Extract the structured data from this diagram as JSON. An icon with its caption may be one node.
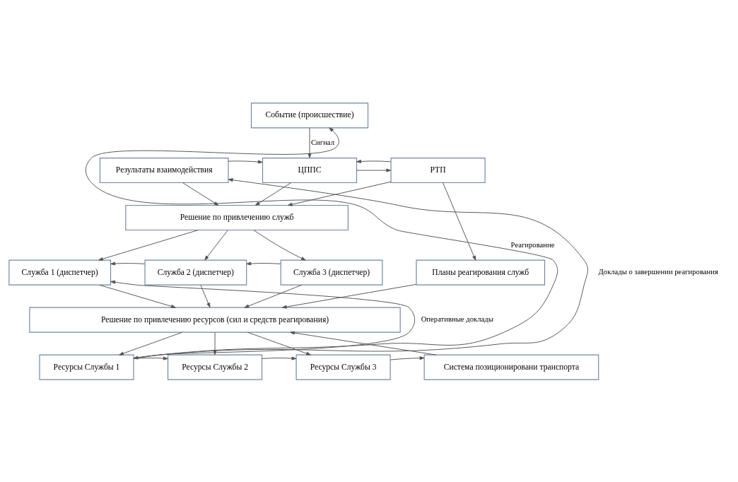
{
  "diagram": {
    "nodes": [
      {
        "text": [
          "Событие (происшествие)"
        ]
      },
      {
        "text": [
          "Результаты взаимодействия"
        ]
      },
      {
        "text": [
          "ЦППС"
        ]
      },
      {
        "text": [
          "РТП"
        ]
      },
      {
        "text": [
          "Решение по привлечению служб"
        ]
      },
      {
        "text": [
          "Служба 1 (диспетчер)"
        ]
      },
      {
        "text": [
          "Служба 2 (диспетчер)"
        ]
      },
      {
        "text": [
          "Служба 3 (диспетчер)"
        ]
      },
      {
        "text": [
          "Планы реагирования служб"
        ]
      },
      {
        "text": [
          "Решение по привлечению ресурсов (сил и средств реагирования)"
        ]
      },
      {
        "text": [
          "Ресурсы Службы 1"
        ]
      },
      {
        "text": [
          "Ресурсы Службы 2"
        ]
      },
      {
        "text": [
          "Ресурсы Службы 3"
        ]
      },
      {
        "text": [
          "Система позиционировани транспорта"
        ]
      }
    ],
    "edges": [
      {
        "from": 10,
        "to": 0,
        "arrow": "both",
        "label": "Реагирование"
      },
      {
        "from": 0,
        "to": 2,
        "arrow": "to",
        "label": "Сигнал"
      },
      {
        "from": 1,
        "to": 2,
        "arrow": "to"
      },
      {
        "from": 2,
        "to": 3,
        "arrow": "to"
      },
      {
        "from": 3,
        "to": 2,
        "arrow": "to"
      },
      {
        "from": 10,
        "to": 1,
        "arrow": "to",
        "label": "Доклады о завершении реагирования"
      },
      {
        "from": 1,
        "to": 4,
        "arrow": "to"
      },
      {
        "from": 2,
        "to": 4,
        "arrow": "to"
      },
      {
        "from": 3,
        "to": 4,
        "arrow": "to"
      },
      {
        "from": 3,
        "to": 8,
        "arrow": "to"
      },
      {
        "from": 4,
        "to": 5,
        "arrow": "to"
      },
      {
        "from": 4,
        "to": 6,
        "arrow": "to"
      },
      {
        "from": 4,
        "to": 7,
        "arrow": "to"
      },
      {
        "from": 6,
        "to": 5,
        "arrow": "to"
      },
      {
        "from": 7,
        "to": 6,
        "arrow": "to"
      },
      {
        "from": 10,
        "to": 5,
        "arrow": "to",
        "label": "Оперативные доклады"
      },
      {
        "from": 5,
        "to": 9,
        "arrow": "to"
      },
      {
        "from": 6,
        "to": 9,
        "arrow": "to"
      },
      {
        "from": 7,
        "to": 9,
        "arrow": "to"
      },
      {
        "from": 8,
        "to": 9,
        "arrow": "to"
      },
      {
        "from": 13,
        "to": 9,
        "arrow": "to"
      },
      {
        "from": 9,
        "to": 10,
        "arrow": "to"
      },
      {
        "from": 9,
        "to": 11,
        "arrow": "to"
      },
      {
        "from": 9,
        "to": 12,
        "arrow": "to"
      },
      {
        "from": 10,
        "to": 11,
        "arrow": "to"
      },
      {
        "from": 11,
        "to": 12,
        "arrow": "to"
      },
      {
        "from": 12,
        "to": 13,
        "arrow": "to"
      }
    ]
  }
}
